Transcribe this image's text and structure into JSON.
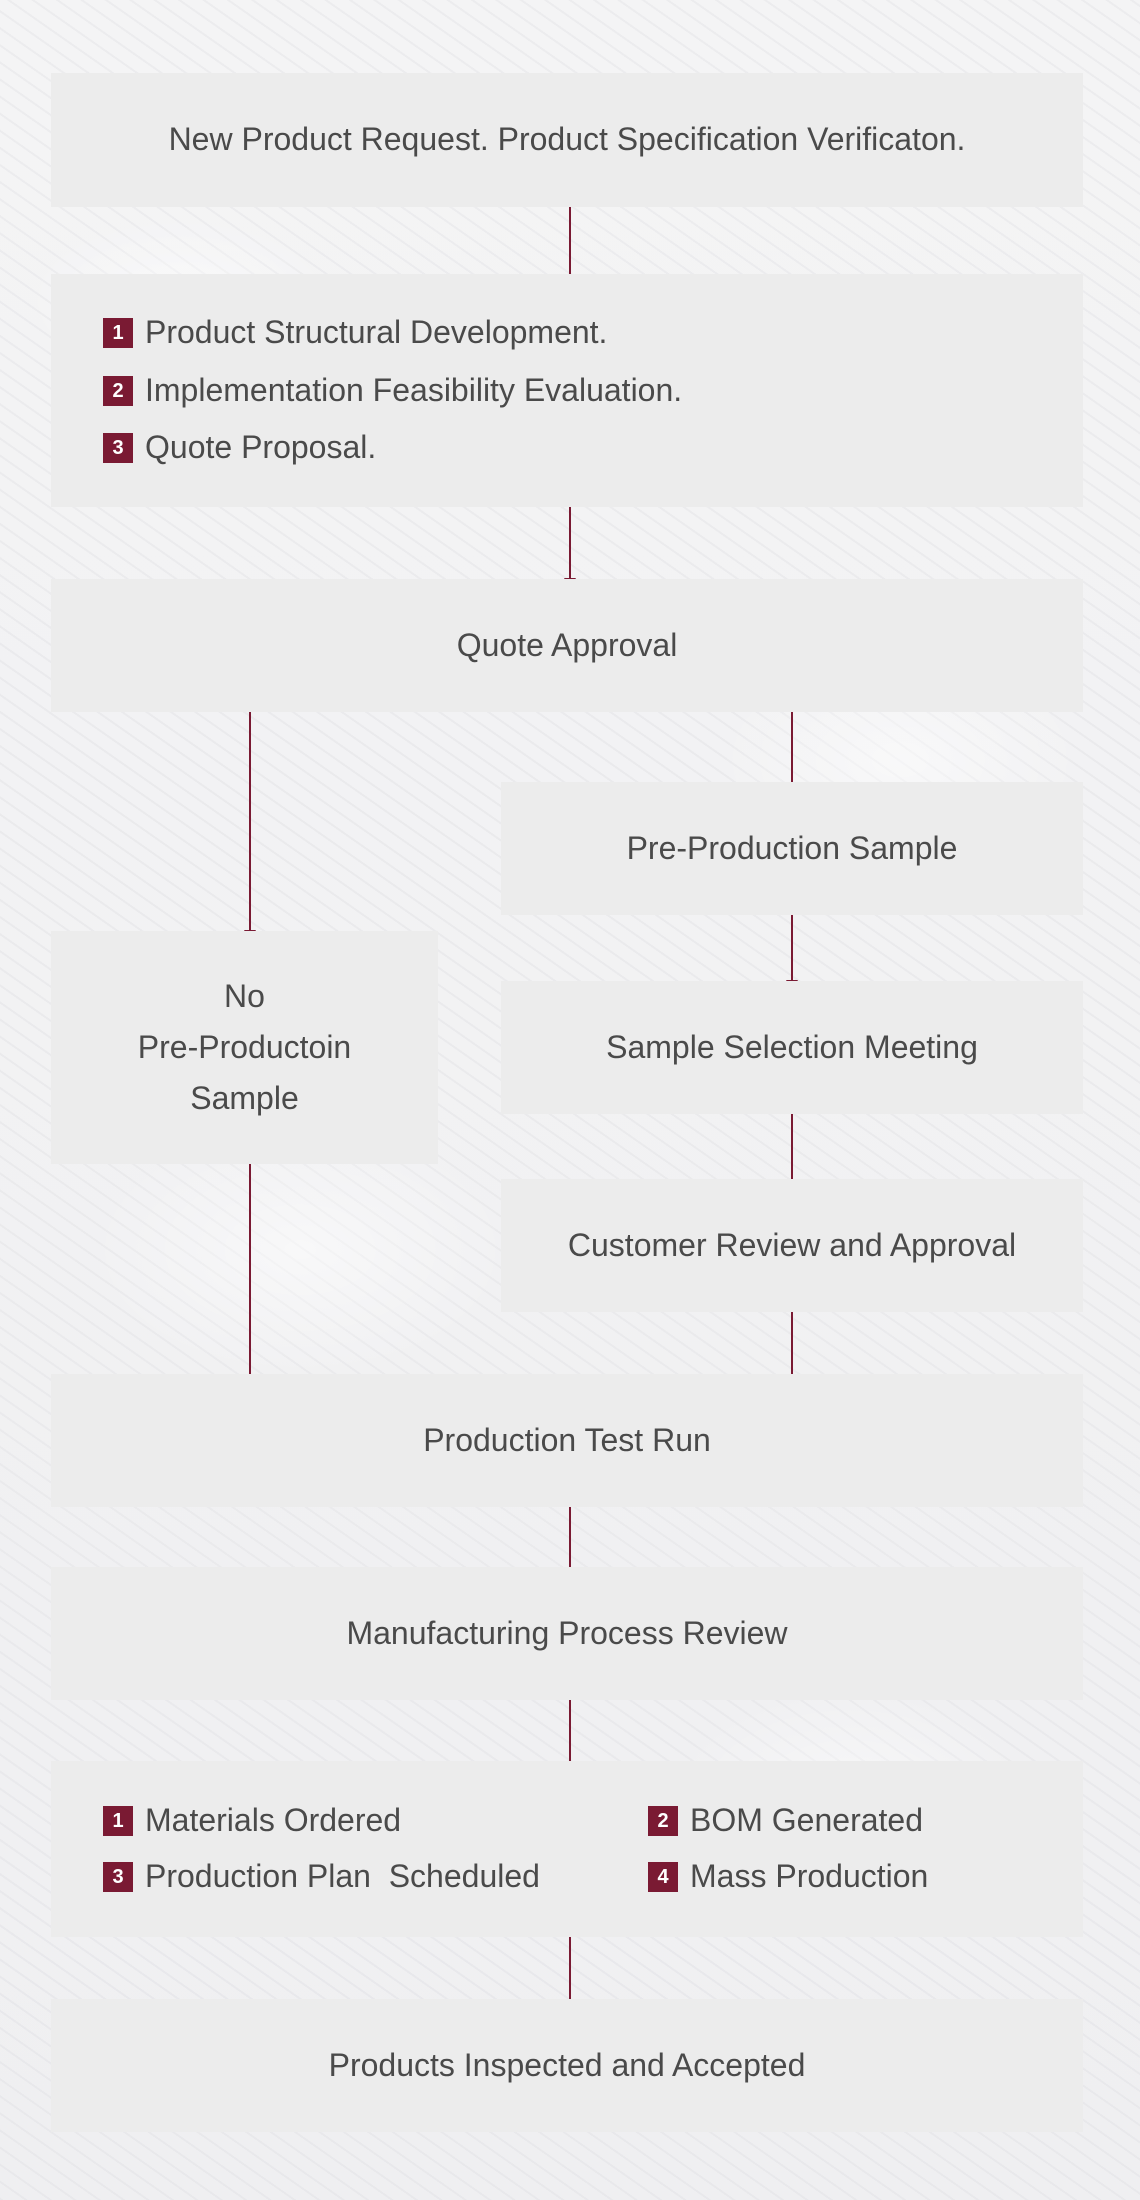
{
  "colors": {
    "accent": "#7a1a33",
    "box": "#ececec",
    "text": "#4a4a4a"
  },
  "steps": {
    "request": "New Product Request. Product Specification Verificaton.",
    "development": [
      {
        "num": "1",
        "text": "Product Structural Development."
      },
      {
        "num": "2",
        "text": "Implementation Feasibility Evaluation."
      },
      {
        "num": "3",
        "text": "Quote Proposal."
      }
    ],
    "quote_approval": "Quote Approval",
    "pre_production_sample": "Pre-Production Sample",
    "no_sample": [
      "No",
      "Pre-Productoin",
      "Sample"
    ],
    "sample_selection": "Sample Selection Meeting",
    "customer_review": "Customer Review and Approval",
    "test_run": "Production Test Run",
    "process_review": "Manufacturing Process Review",
    "production_tasks": [
      {
        "num": "1",
        "text": "Materials Ordered"
      },
      {
        "num": "2",
        "text": "BOM Generated"
      },
      {
        "num": "3",
        "text": "Production Plan  Scheduled"
      },
      {
        "num": "4",
        "text": "Mass Production"
      }
    ],
    "inspection": "Products Inspected and Accepted"
  }
}
